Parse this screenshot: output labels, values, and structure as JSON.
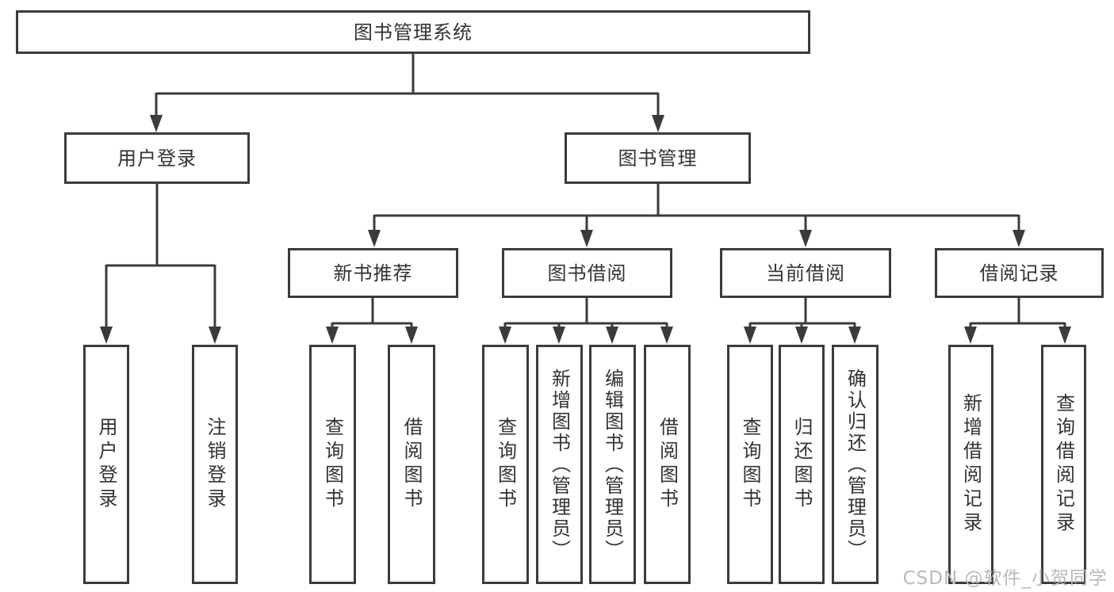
{
  "tree": {
    "root": {
      "label": "图书管理系统"
    },
    "user_login": {
      "label": "用户登录",
      "children": [
        {
          "label": "用户登录"
        },
        {
          "label": "注销登录"
        }
      ]
    },
    "book_mgmt": {
      "label": "图书管理",
      "sections": [
        {
          "label": "新书推荐",
          "children": [
            {
              "label": "查询图书"
            },
            {
              "label": "借阅图书"
            }
          ]
        },
        {
          "label": "图书借阅",
          "children": [
            {
              "label": "查询图书"
            },
            {
              "label": "新增图书（管理员）"
            },
            {
              "label": "编辑图书（管理员）"
            },
            {
              "label": "借阅图书"
            }
          ]
        },
        {
          "label": "当前借阅",
          "children": [
            {
              "label": "查询图书"
            },
            {
              "label": "归还图书"
            },
            {
              "label": "确认归还（管理员）"
            }
          ]
        },
        {
          "label": "借阅记录",
          "children": [
            {
              "label": "新增借阅记录"
            },
            {
              "label": "查询借阅记录"
            }
          ]
        }
      ]
    }
  },
  "watermark": {
    "text": "CSDN @软件_小贺同学"
  },
  "colors": {
    "line": "#3b3b3b",
    "text": "#333333",
    "box_background": "#ffffff",
    "watermark": "#b9b9b9"
  }
}
